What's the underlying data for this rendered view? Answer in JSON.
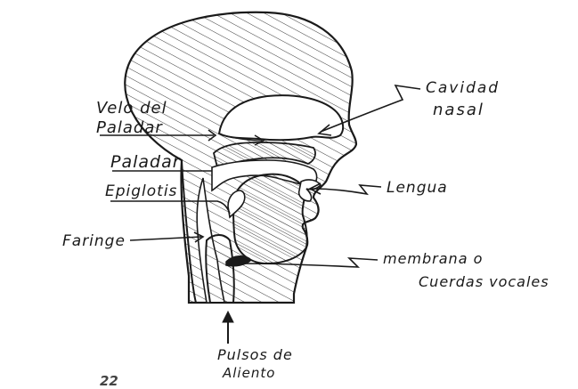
{
  "labels": {
    "velo": "Velo del",
    "paladar_1": "Paladar",
    "paladar_2": "Paladar",
    "epiglotis": "Epiglotis",
    "faringe": "Faringe",
    "cavidad": "Cavidad",
    "nasal": "nasal",
    "lengua": "Lengua",
    "membrana": "membrana o",
    "cuerdas": "Cuerdas vocales",
    "pulsos": "Pulsos de",
    "aliento": "Aliento",
    "corner_mark": "22"
  },
  "colors": {
    "ink": "#1a1a1a",
    "paper": "#ffffff"
  }
}
